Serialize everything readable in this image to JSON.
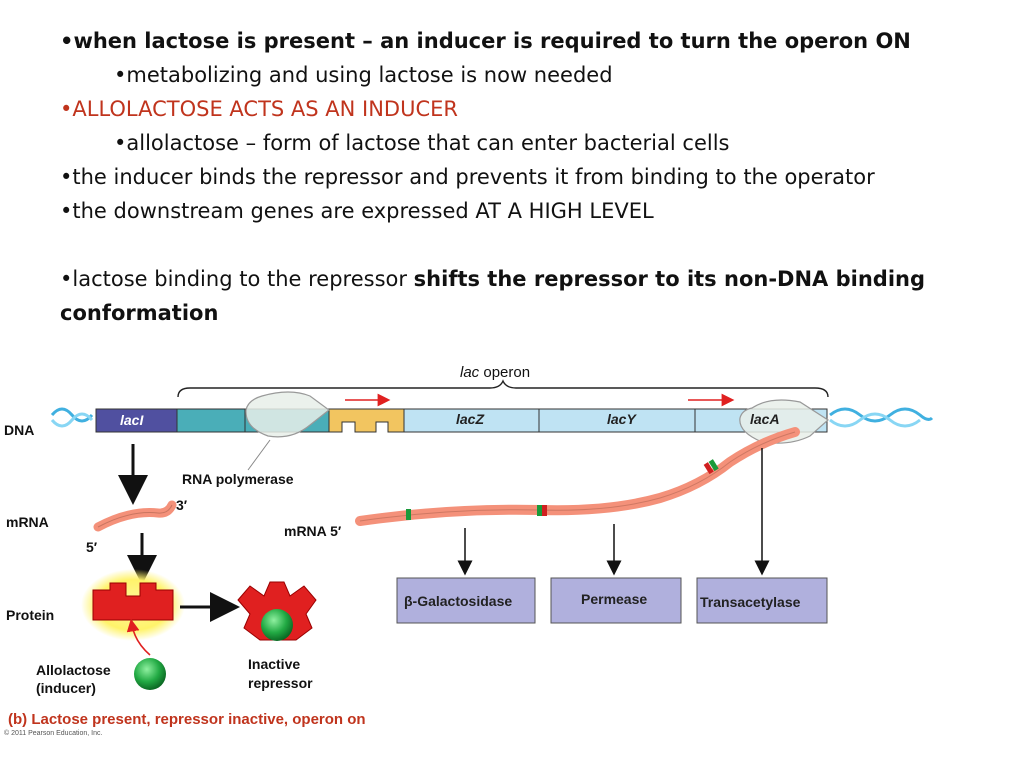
{
  "notes": {
    "bullet": "•",
    "l1": "when lactose is present – an inducer is required to turn the operon ON",
    "l2": "metabolizing and using lactose is now needed",
    "l3": "ALLOLACTOSE ACTS AS AN INDUCER",
    "l4": "allolactose – form of lactose that can enter bacterial cells",
    "l5": "the inducer binds the repressor and prevents it from binding to the operator",
    "l6": "the downstream genes are expressed AT A HIGH LEVEL",
    "l7_a": "lactose binding to the repressor ",
    "l7_b": "shifts the repressor to its non-DNA binding conformation"
  },
  "diagram": {
    "operon_italic": "lac",
    "operon_rest": " operon",
    "dna": "DNA",
    "mrna": "mRNA",
    "protein": "Protein",
    "laci": "lacI",
    "lacz": "lacZ",
    "lacy": "lacY",
    "laca": "lacA",
    "rna_polymerase": "RNA polymerase",
    "three_prime": "3′",
    "five_prime": "5′",
    "mrna_5": "mRNA 5′",
    "allolactose_1": "Allolactose",
    "allolactose_2": "(inducer)",
    "inactive_1": "Inactive",
    "inactive_2": "repressor",
    "beta": "β",
    "galactosidase": "-Galactosidase",
    "permease": "Permease",
    "transacetylase": "Transacetylase",
    "caption": "(b) Lactose present, repressor inactive, operon on",
    "copyright": "© 2011 Pearson Education, Inc.",
    "colors": {
      "laci": "#5050a0",
      "promoter": "#4aaeb8",
      "operator": "#f2c560",
      "genes": "#bfe3f3",
      "mrna": "#f4917a",
      "repressor": "#e02020",
      "inducer": "#22aa44",
      "enzyme_box": "#b0b0dd",
      "caption": "#c0341d"
    }
  }
}
